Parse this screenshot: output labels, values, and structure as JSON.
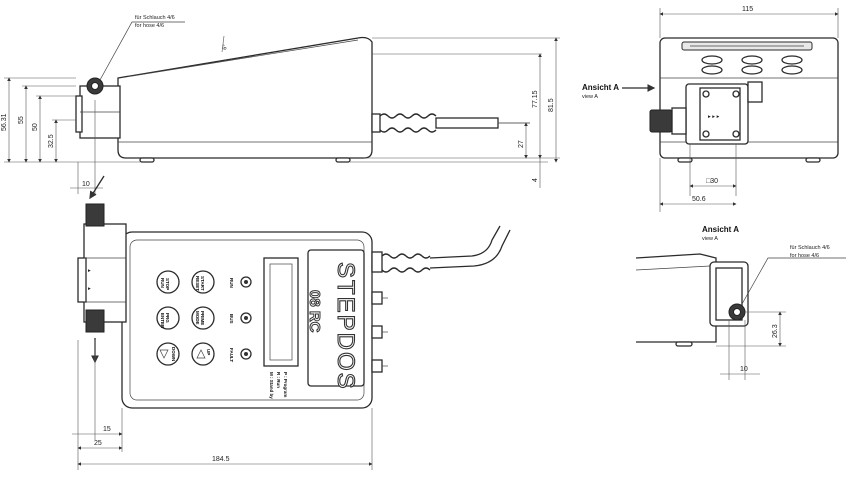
{
  "hose_note": {
    "de": "für Schlauch 4/6",
    "en": "for hose 4/6"
  },
  "view_a": {
    "de": "Ansicht A",
    "en": "view A"
  },
  "brand": "STEPDOS",
  "model": "08 RC",
  "angle_label": "6°",
  "dimensions": {
    "d56_31": "56.31",
    "d55": "55",
    "d50": "50",
    "d32_5": "32.5",
    "d10_side": "10",
    "d77_15": "77.15",
    "d81_5": "81.5",
    "d27": "27",
    "d4": "4",
    "d115": "115",
    "d30": "□30",
    "d50_6": "50.6",
    "d15": "15",
    "d25": "25",
    "d184_5": "184.5",
    "d26_3": "26.3",
    "d10_detail": "10"
  },
  "keys": [
    {
      "label": "STOP\nRUN"
    },
    {
      "label": "START\nRESET"
    },
    {
      "label": "PRG\nENTER"
    },
    {
      "label": "PRIME\nMODE"
    },
    {
      "label": "DOWN"
    },
    {
      "label": "UP"
    }
  ],
  "leds": [
    "RUN",
    "BUS",
    "FAULT"
  ],
  "legend": [
    "M : Stand by",
    "R : Run",
    "P : Program"
  ],
  "icons": [
    "flow-arrow-icon",
    "up-arrow-icon",
    "down-arrow-icon"
  ]
}
